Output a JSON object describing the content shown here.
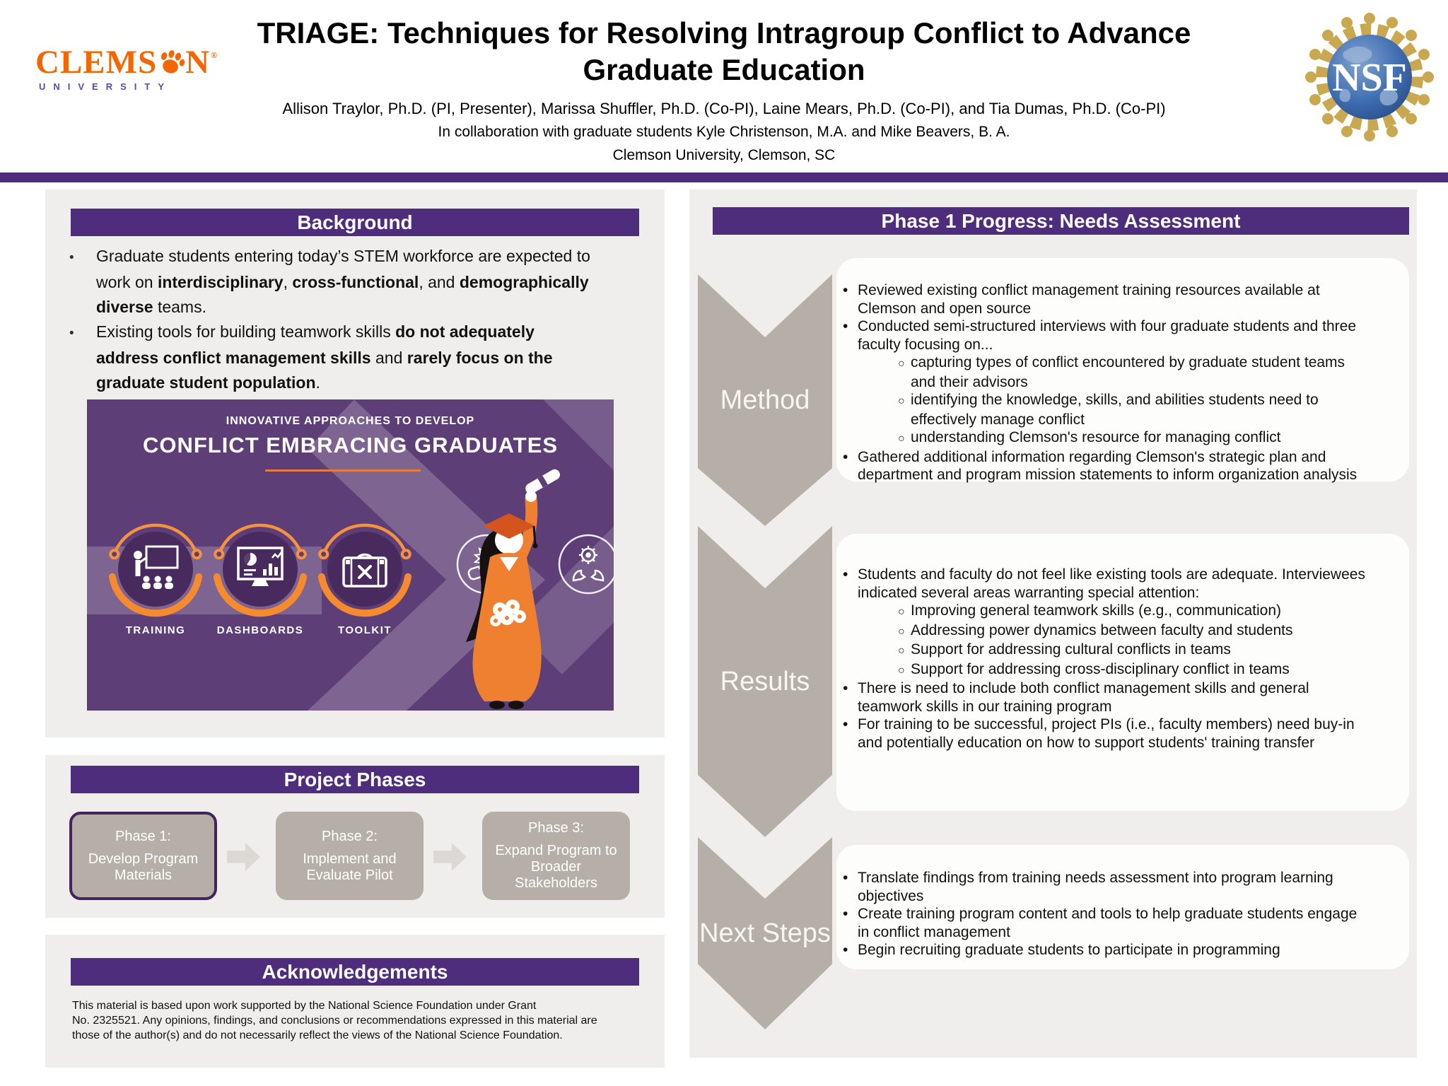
{
  "header": {
    "title_line1": "TRIAGE: Techniques for Resolving Intragroup Conflict to Advance",
    "title_line2": "Graduate Education",
    "authors": "Allison Traylor, Ph.D. (PI, Presenter), Marissa Shuffler, Ph.D. (Co-PI), Laine Mears, Ph.D. (Co-PI), and Tia Dumas, Ph.D. (Co-PI)",
    "collaboration": "In collaboration with graduate students Kyle Christenson, M.A. and Mike Beavers, B. A.",
    "affiliation": "Clemson University, Clemson, SC",
    "clemson_logo": {
      "word_a": "CLEMS",
      "word_b": "N",
      "reg": "®",
      "subtext": "UNIVERSITY"
    },
    "nsf_logo_text": "NSF"
  },
  "background": {
    "title": "Background",
    "b1": {
      "p0": "Graduate students entering today’s STEM workforce are expected to work on ",
      "p1": "interdisciplinary",
      "p2": ", ",
      "p3": "cross-functional",
      "p4": ", and ",
      "p5": "demographically diverse",
      "p6": " teams."
    },
    "b2": {
      "p0": "Existing tools for building teamwork skills ",
      "p1": "do not adequately address conflict management skills",
      "p2": " and ",
      "p3": "rarely focus on the graduate student population",
      "p4": "."
    }
  },
  "graphic": {
    "tagline": "INNOVATIVE APPROACHES TO DEVELOP",
    "headline": "CONFLICT EMBRACING GRADUATES",
    "items": [
      {
        "label": "TRAINING",
        "icon": "teacher-blackboard-icon"
      },
      {
        "label": "DASHBOARDS",
        "icon": "dashboard-monitor-icon"
      },
      {
        "label": "TOOLKIT",
        "icon": "toolbox-icon"
      }
    ],
    "outline_icons": [
      "fists-conflict-icon",
      "gears-collaboration-icon"
    ],
    "illustration": "graduate-figure"
  },
  "phases": {
    "title": "Project Phases",
    "p1_label": "Phase 1:",
    "p1_text": "Develop Program Materials",
    "p2_label": "Phase 2:",
    "p2_text": "Implement and Evaluate Pilot",
    "p3_label": "Phase 3:",
    "p3_text": "Expand Program to Broader Stakeholders"
  },
  "acknowledgements": {
    "title": "Acknowledgements",
    "l1": "This material is based upon work supported by the National Science Foundation under Grant",
    "l2": "No. 2325521. Any opinions, findings, and conclusions or recommendations expressed in this material are",
    "l3": "those of the author(s) and do not necessarily reflect the views of the National Science Foundation."
  },
  "progress": {
    "title": "Phase 1 Progress: Needs Assessment",
    "method": {
      "label": "Method",
      "b1": "Reviewed existing conflict management training resources available at Clemson and open source",
      "b2": "Conducted semi-structured interviews with four graduate students and three faculty focusing on...",
      "b2s1": "capturing types of conflict encountered by graduate student teams and their advisors",
      "b2s2": "identifying the knowledge, skills, and abilities students need to effectively manage conflict",
      "b2s3": "understanding Clemson's resource for managing conflict",
      "b3": "Gathered additional information regarding Clemson's strategic plan and department and program mission statements to inform organization analysis"
    },
    "results": {
      "label": "Results",
      "b1": "Students and faculty do not feel like existing tools are adequate. Interviewees indicated several areas warranting special attention:",
      "b1s1": "Improving general teamwork skills (e.g., communication)",
      "b1s2": "Addressing power dynamics between faculty and students",
      "b1s3": "Support for addressing cultural conflicts in teams",
      "b1s4": "Support for addressing cross-disciplinary conflict in teams",
      "b2": "There is need to include both conflict management skills and general teamwork skills in our training program",
      "b3": "For training to be successful, project PIs (i.e., faculty members) need buy-in and potentially education on how to support students' training transfer"
    },
    "next_steps": {
      "label": "Next Steps",
      "b1": "Translate findings from training needs assessment into program learning objectives",
      "b2": "Create training program content and tools to help graduate students engage in conflict management",
      "b3": "Begin recruiting graduate students to participate in programming"
    }
  },
  "colors": {
    "purple": "#4e2d7d",
    "panel_gray": "#f0eeec",
    "shape_gray": "#b6afa7",
    "light_arrow_gray": "#dcd8d3",
    "graphic_purple": "#5d3e76",
    "graphic_circle_purple": "#482a5e",
    "accent_orange": "#f5923e",
    "clemson_orange": "#f56600",
    "university_purple": "#5b4ba0",
    "nsf_gold": "#c9a850",
    "nsf_blue": "#3e6cb0",
    "box_white": "#fdfdfc"
  }
}
